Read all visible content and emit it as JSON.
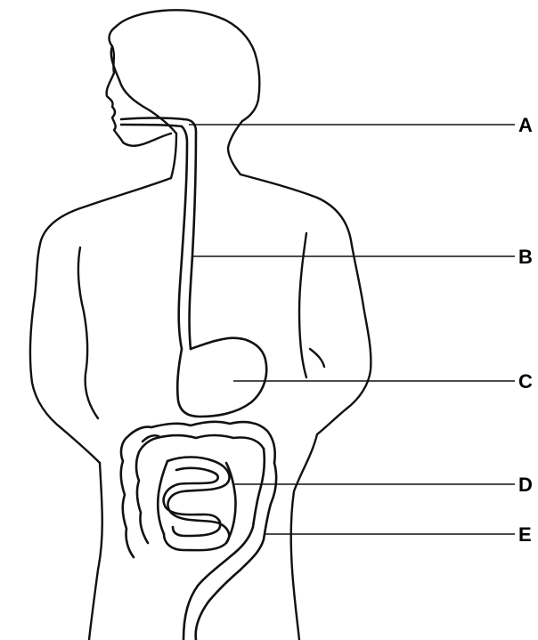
{
  "diagram": {
    "labels": [
      {
        "id": "A",
        "text": "A"
      },
      {
        "id": "B",
        "text": "B"
      },
      {
        "id": "C",
        "text": "C"
      },
      {
        "id": "D",
        "text": "D"
      },
      {
        "id": "E",
        "text": "E"
      }
    ],
    "colors": {
      "ink": "#111111",
      "background": "#ffffff"
    }
  }
}
